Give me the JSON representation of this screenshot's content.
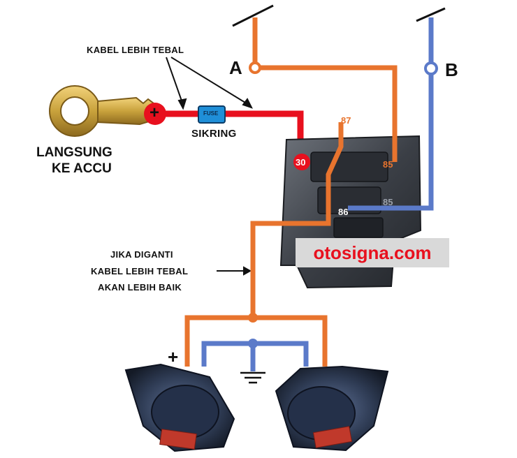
{
  "labels": {
    "kabel_top": "KABEL LEBIH TEBAL",
    "sikring": "SIKRING",
    "fuse": "FUSE",
    "langsung_line1": "LANGSUNG",
    "langsung_line2": "KE ACCU",
    "jika_line1": "JIKA DIGANTI",
    "jika_line2": "KABEL LEBIH TEBAL",
    "jika_line3": "AKAN LEBIH BAIK",
    "switch_a": "A",
    "switch_b": "B",
    "plus_terminal": "+",
    "plus_horn": "+"
  },
  "relay_pins": {
    "pin30": "30",
    "pin87": "87",
    "pin85": "85",
    "pin86": "86",
    "pin85_ghost": "85"
  },
  "watermark": "otosigna.com",
  "colors": {
    "red_wire": "#e8101e",
    "orange_wire": "#e8742e",
    "blue_wire": "#5b7ac9",
    "relay_body": "#3b3f46",
    "horn_body": "#2f3c55",
    "fuse": "#1f8fd8",
    "key": "#c9a23c"
  }
}
